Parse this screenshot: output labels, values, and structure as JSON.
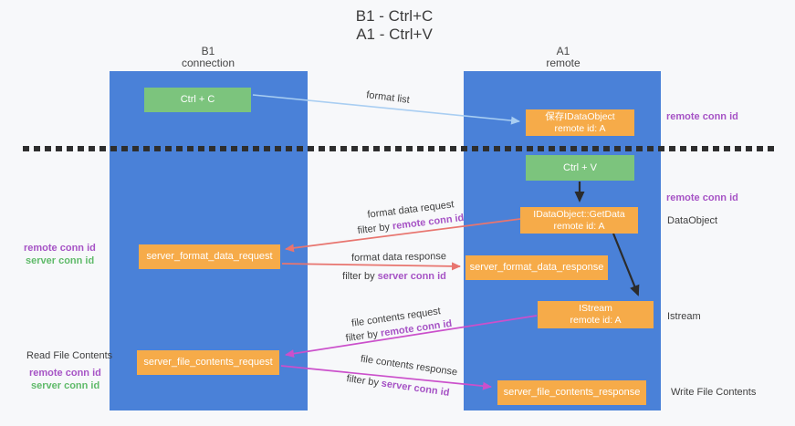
{
  "title": {
    "line1": "B1 - Ctrl+C",
    "line2": "A1 - Ctrl+V"
  },
  "lifelines": {
    "left": {
      "id": "B1",
      "role": "connection"
    },
    "right": {
      "id": "A1",
      "role": "remote"
    }
  },
  "boxes": {
    "ctrl_c": {
      "label": "Ctrl + C"
    },
    "ctrl_v": {
      "label": "Ctrl + V"
    },
    "save_idataobject": {
      "line1": "保存IDataObject",
      "line2": "remote id: A"
    },
    "idataobject_getdata": {
      "line1": "IDataObject::GetData",
      "line2": "remote id: A"
    },
    "istream": {
      "line1": "IStream",
      "line2": "remote id: A"
    },
    "server_format_data_request": {
      "label": "server_format_data_request"
    },
    "server_format_data_response": {
      "label": "server_format_data_response"
    },
    "server_file_contents_request": {
      "label": "server_file_contents_request"
    },
    "server_file_contents_response": {
      "label": "server_file_contents_response"
    }
  },
  "arrow_labels": {
    "format_list": "format list",
    "format_data_request": "format data request",
    "format_data_request_filter": {
      "prefix": "filter by ",
      "key": "remote conn id"
    },
    "format_data_response": "format data response",
    "format_data_response_filter": {
      "prefix": "filter by ",
      "key": "server conn id"
    },
    "file_contents_request": "file contents request",
    "file_contents_request_filter": {
      "prefix": "filter by ",
      "key": "remote conn id"
    },
    "file_contents_response": "file contents response",
    "file_contents_response_filter": {
      "prefix": "filter by ",
      "key": "server conn id"
    }
  },
  "side_labels": {
    "right_remote_conn_id_1": "remote conn id",
    "right_remote_conn_id_2": "remote conn id",
    "dataobject": "DataObject",
    "istream": "Istream",
    "write_file_contents": "Write File Contents",
    "left_remote_conn_id_1": "remote conn id",
    "left_server_conn_id_1": "server conn id",
    "read_file_contents": "Read File Contents",
    "left_remote_conn_id_2": "remote conn id",
    "left_server_conn_id_2": "server conn id"
  },
  "colors": {
    "lifeline_blue": "#4a81d8",
    "box_orange": "#f6ab49",
    "box_green": "#7cc47d",
    "arrow_red": "#e8756f",
    "arrow_magenta": "#cb50cb",
    "arrow_lightblue": "#a9cef2",
    "arrow_black": "#2b2b2b",
    "separator_black": "#2e2e2e",
    "text_purple": "#a653c5",
    "text_green": "#5fba69"
  }
}
